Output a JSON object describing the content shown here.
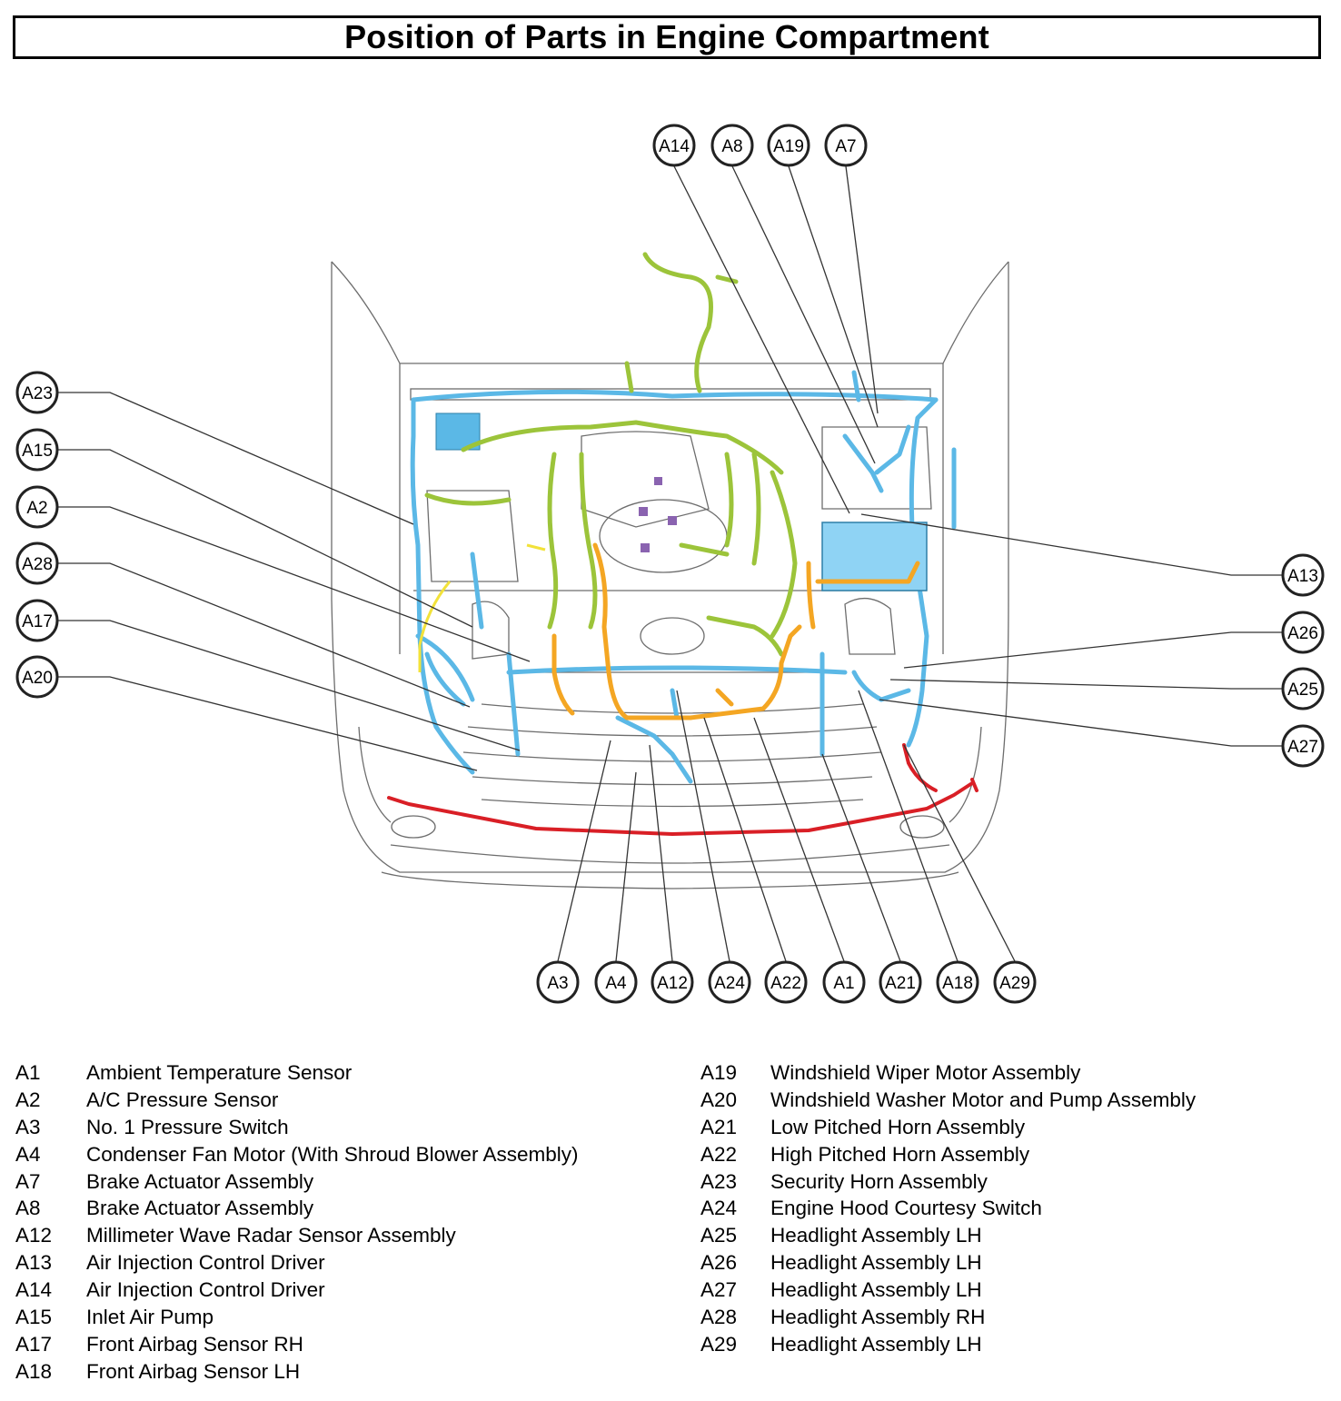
{
  "title": "Position of Parts in Engine Compartment",
  "callouts": [
    {
      "id": "A14"
    },
    {
      "id": "A8"
    },
    {
      "id": "A19"
    },
    {
      "id": "A7"
    },
    {
      "id": "A23"
    },
    {
      "id": "A15"
    },
    {
      "id": "A2"
    },
    {
      "id": "A28"
    },
    {
      "id": "A17"
    },
    {
      "id": "A20"
    },
    {
      "id": "A13"
    },
    {
      "id": "A26"
    },
    {
      "id": "A25"
    },
    {
      "id": "A27"
    },
    {
      "id": "A3"
    },
    {
      "id": "A4"
    },
    {
      "id": "A12"
    },
    {
      "id": "A24"
    },
    {
      "id": "A22"
    },
    {
      "id": "A1"
    },
    {
      "id": "A21"
    },
    {
      "id": "A18"
    },
    {
      "id": "A29"
    }
  ],
  "harness_colors": {
    "blue": "#5bb8e6",
    "green": "#9cc43a",
    "orange": "#f4a623",
    "red": "#d91f26",
    "purple": "#8a63b0",
    "yellow": "#f2e23a"
  },
  "legend_left": [
    {
      "code": "A1",
      "name": "Ambient Temperature Sensor"
    },
    {
      "code": "A2",
      "name": "A/C Pressure Sensor"
    },
    {
      "code": "A3",
      "name": "No. 1 Pressure Switch"
    },
    {
      "code": "A4",
      "name": "Condenser Fan Motor (With Shroud Blower Assembly)"
    },
    {
      "code": "A7",
      "name": "Brake Actuator Assembly"
    },
    {
      "code": "A8",
      "name": "Brake Actuator Assembly"
    },
    {
      "code": "A12",
      "name": "Millimeter Wave Radar Sensor Assembly"
    },
    {
      "code": "A13",
      "name": "Air Injection Control Driver"
    },
    {
      "code": "A14",
      "name": "Air Injection Control Driver"
    },
    {
      "code": "A15",
      "name": "Inlet Air Pump"
    },
    {
      "code": "A17",
      "name": "Front Airbag Sensor RH"
    },
    {
      "code": "A18",
      "name": "Front Airbag Sensor LH"
    }
  ],
  "legend_right": [
    {
      "code": "A19",
      "name": "Windshield Wiper Motor Assembly"
    },
    {
      "code": "A20",
      "name": "Windshield Washer Motor and Pump Assembly"
    },
    {
      "code": "A21",
      "name": "Low Pitched Horn Assembly"
    },
    {
      "code": "A22",
      "name": "High Pitched Horn Assembly"
    },
    {
      "code": "A23",
      "name": "Security Horn Assembly"
    },
    {
      "code": "A24",
      "name": "Engine Hood Courtesy Switch"
    },
    {
      "code": "A25",
      "name": "Headlight Assembly LH"
    },
    {
      "code": "A26",
      "name": "Headlight Assembly LH"
    },
    {
      "code": "A27",
      "name": "Headlight Assembly LH"
    },
    {
      "code": "A28",
      "name": "Headlight Assembly RH"
    },
    {
      "code": "A29",
      "name": "Headlight Assembly LH"
    }
  ]
}
